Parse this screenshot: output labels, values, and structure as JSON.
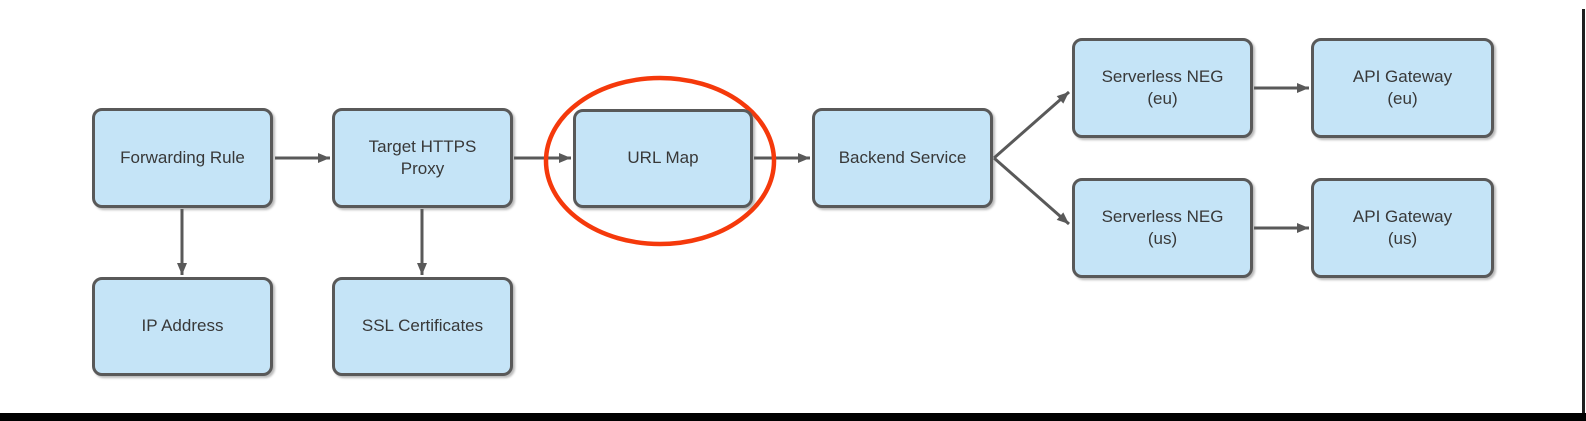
{
  "diagram": {
    "nodes": [
      {
        "id": "forwarding-rule",
        "label": "Forwarding Rule"
      },
      {
        "id": "target-https-proxy",
        "label": "Target HTTPS\nProxy"
      },
      {
        "id": "url-map",
        "label": "URL Map",
        "highlighted": true
      },
      {
        "id": "backend-service",
        "label": "Backend Service"
      },
      {
        "id": "serverless-neg-eu",
        "label": "Serverless NEG\n(eu)"
      },
      {
        "id": "api-gateway-eu",
        "label": "API Gateway\n(eu)"
      },
      {
        "id": "serverless-neg-us",
        "label": "Serverless NEG\n(us)"
      },
      {
        "id": "api-gateway-us",
        "label": "API Gateway\n(us)"
      },
      {
        "id": "ip-address",
        "label": "IP Address"
      },
      {
        "id": "ssl-certificates",
        "label": "SSL Certificates"
      }
    ],
    "edges": [
      {
        "from": "forwarding-rule",
        "to": "target-https-proxy"
      },
      {
        "from": "target-https-proxy",
        "to": "url-map"
      },
      {
        "from": "url-map",
        "to": "backend-service"
      },
      {
        "from": "backend-service",
        "to": "serverless-neg-eu"
      },
      {
        "from": "backend-service",
        "to": "serverless-neg-us"
      },
      {
        "from": "serverless-neg-eu",
        "to": "api-gateway-eu"
      },
      {
        "from": "serverless-neg-us",
        "to": "api-gateway-us"
      },
      {
        "from": "forwarding-rule",
        "to": "ip-address"
      },
      {
        "from": "target-https-proxy",
        "to": "ssl-certificates"
      }
    ],
    "colors": {
      "node_fill": "#c5e4f7",
      "node_border": "#595959",
      "arrow": "#595959",
      "text": "#383838",
      "highlight_ellipse": "#f5390b",
      "frame": "#000000"
    }
  }
}
